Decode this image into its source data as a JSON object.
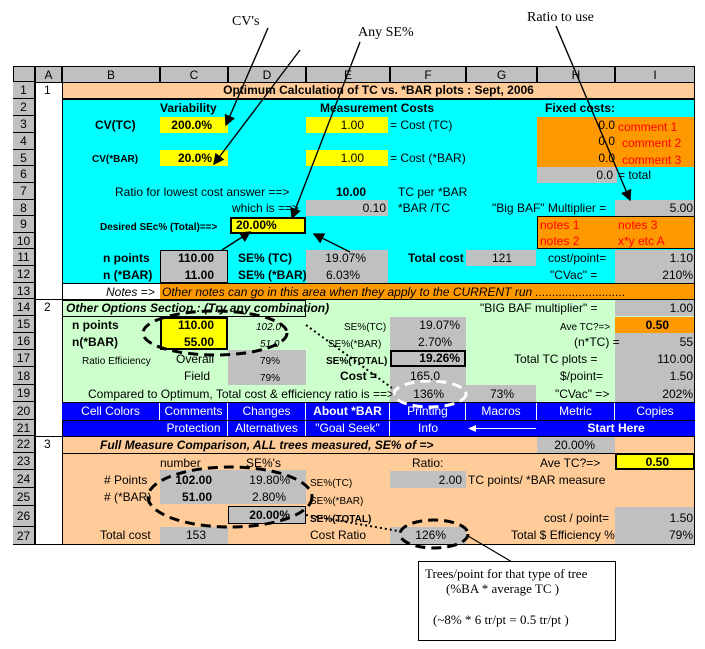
{
  "annotations": {
    "cvs": "CV's",
    "any_se": "Any SE%",
    "ratio_to_use": "Ratio to use",
    "trees_line1": "Trees/point for that type of tree",
    "trees_line2": "(%BA * average TC )",
    "trees_line3": "(~8% * 6 tr/pt = 0.5 tr/pt )"
  },
  "columns": [
    "A",
    "B",
    "C",
    "D",
    "E",
    "F",
    "G",
    "H",
    "I"
  ],
  "rows": [
    "1",
    "2",
    "3",
    "4",
    "5",
    "6",
    "7",
    "8",
    "9",
    "10",
    "11",
    "12",
    "13",
    "14",
    "15",
    "16",
    "17",
    "18",
    "19",
    "20",
    "21",
    "22",
    "23",
    "24",
    "25",
    "26",
    "27"
  ],
  "sec1": {
    "num": "1",
    "title": "Optimum Calculation of TC vs. *BAR plots  : Sept, 2006",
    "variability": "Variability",
    "measurement_costs": "Measurement Costs",
    "fixed_costs": "Fixed costs:",
    "cv_tc_label": "CV(TC)",
    "cv_tc_val": "200.0%",
    "cost_tc_val": "1.00",
    "cost_tc_label": "= Cost (TC)",
    "cv_bar_label": "CV(*BAR)",
    "cv_bar_val": "20.0%",
    "cost_bar_val": "1.00",
    "cost_bar_label": "= Cost (*BAR)",
    "fixed": [
      "0.0",
      "0.0",
      "0.0"
    ],
    "comments": [
      "comment 1",
      "comment 2",
      "comment 3"
    ],
    "fixed_total": "0.0",
    "total_label": "= total",
    "ratio_label": "Ratio for lowest cost answer ==>",
    "ratio_val": "10.00",
    "ratio_unit": "TC per *BAR",
    "which_is": "which is ==>",
    "which_val": "0.10",
    "which_unit": "*BAR /TC",
    "big_baf_label": "\"Big BAF\" Multiplier =",
    "big_baf_val": "5.00",
    "desired_label": "Desired SEc% (Total)==>",
    "desired_val": "20.00%",
    "notes": [
      "notes 1",
      "notes 3",
      "notes 2",
      "x*y etc A"
    ],
    "n_points_label": "n points",
    "n_points_val": "110.00",
    "se_tc_label": "SE% (TC)",
    "se_tc_val": "19.07%",
    "total_cost_label": "Total cost",
    "total_cost_val": "121",
    "cost_point_label": "cost/point=",
    "cost_point_val": "1.10",
    "n_bar_label": "n (*BAR)",
    "n_bar_val": "11.00",
    "se_bar_label": "SE% (*BAR)",
    "se_bar_val": "6.03%",
    "cvac_label": "\"CVac\" =",
    "cvac_val": "210%",
    "notes_label": "Notes =>",
    "notes_text": "Other notes can go in this area when they apply to the CURRENT run ..........................."
  },
  "sec2": {
    "num": "2",
    "title": "Other Options Section : (Try any combination)",
    "big_baf_label": "\"BIG BAF multiplier\" =",
    "big_baf_val": "1.00",
    "n_points_label": "n points",
    "n_points_val": "110.00",
    "n_points_d": "102.0",
    "se_tc_label": "SE%(TC)",
    "se_tc_val": "19.07%",
    "ave_tc_label": "Ave TC?=>",
    "ave_tc_val": "0.50",
    "n_bar_label": "n(*BAR)",
    "n_bar_val": "55.00",
    "n_bar_d": "51.0",
    "se_bar_label": "SE%(*BAR)",
    "se_bar_val": "2.70%",
    "ntc_label": "(n*TC) =",
    "ntc_val": "55",
    "ratio_eff_label": "Ratio Efficiency",
    "overall_label": "Overall",
    "overall_val": "79%",
    "se_total_label": "SE%(TOTAL)",
    "se_total_val": "19.26%",
    "total_tc_label": "Total TC plots =",
    "total_tc_val": "110.00",
    "field_label": "Field",
    "field_val": "79%",
    "cost_label": "Cost =",
    "cost_val": "165.0",
    "per_point_label": "$/point=",
    "per_point_val": "1.50",
    "compared_label": "Compared to Optimum, Total cost & efficiency ratio is ==>",
    "compared_val": "136%",
    "compared_g": "73%",
    "cvac_label": "\"CVac\" =>",
    "cvac_val": "202%"
  },
  "buttons_row20": [
    "Cell Colors",
    "Comments",
    "Changes",
    "About *BAR",
    "Printing",
    "Macros",
    "Metric",
    "Copies"
  ],
  "buttons_row21": [
    "Protection",
    "Alternatives",
    "\"Goal Seek\"",
    "Info",
    "Start Here"
  ],
  "sec3": {
    "num": "3",
    "title": "Full Measure Comparison,  ALL trees measured,  SE% of =>",
    "title_val": "20.00%",
    "number_label": "number",
    "se_hdr": "SE%'s",
    "ratio_label": "Ratio:",
    "ave_tc_label": "Ave TC?=>",
    "ave_tc_val": "0.50",
    "points_label": "# Points",
    "points_val": "102.00",
    "points_se": "19.80%",
    "se_tc_label": "SE%(TC)",
    "ratio_val": "2.00",
    "ratio_unit": "TC points/ *BAR measure",
    "bar_label": "# (*BAR)",
    "bar_val": "51.00",
    "bar_se": "2.80%",
    "se_bar_label": "SE%(*BAR)",
    "total_se": "20.00%",
    "se_total_label": "SE%(TOTAL)",
    "cost_point_label": "cost / point=",
    "cost_point_val": "1.50",
    "total_cost_label": "Total cost",
    "total_cost_val": "153",
    "cost_ratio_label": "Cost Ratio",
    "cost_ratio_val": "126%",
    "total_eff_label": "Total $ Efficiency %",
    "total_eff_val": "79%"
  },
  "colors": {
    "cyan": "#00ffff",
    "orange": "#ff9900",
    "peach": "#ffcc99",
    "yellow": "#ffff00",
    "gray": "#c0c0c0",
    "lightgreen": "#ccffcc",
    "blue": "#0000ff"
  }
}
